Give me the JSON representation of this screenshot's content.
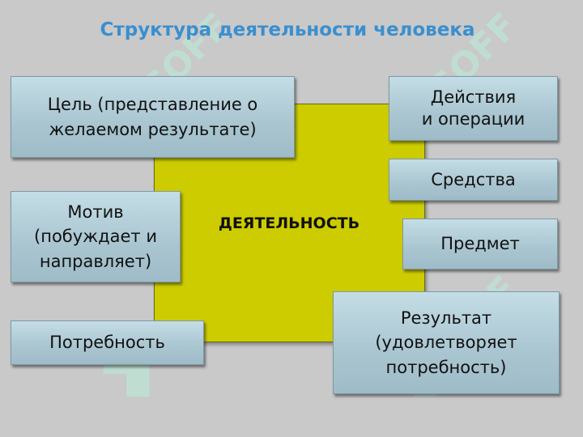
{
  "title": "Структура деятельности человека",
  "center": {
    "label": "ДЕЯТЕЛЬНОСТЬ"
  },
  "boxes": {
    "goal": {
      "lines": [
        "Цель (представление о",
        "желаемом результате)"
      ]
    },
    "motive": {
      "lines": [
        "Мотив",
        "(побуждает и",
        "направляет)"
      ]
    },
    "need": {
      "lines": [
        "Потребность"
      ]
    },
    "actions": {
      "lines": [
        "Действия",
        "и операции"
      ]
    },
    "means": {
      "lines": [
        "Средства"
      ]
    },
    "object": {
      "lines": [
        "Предмет"
      ]
    },
    "result": {
      "lines": [
        "Результат",
        "(удовлетворяет",
        "потребность)"
      ]
    }
  },
  "watermark": {
    "text": "SOFF",
    "color": "#b8f0d8"
  },
  "colors": {
    "title": "#3a8fcf",
    "center_fill": "#cccc00",
    "box_fill": "#a9c5d0",
    "background": "#c9c9c9"
  }
}
